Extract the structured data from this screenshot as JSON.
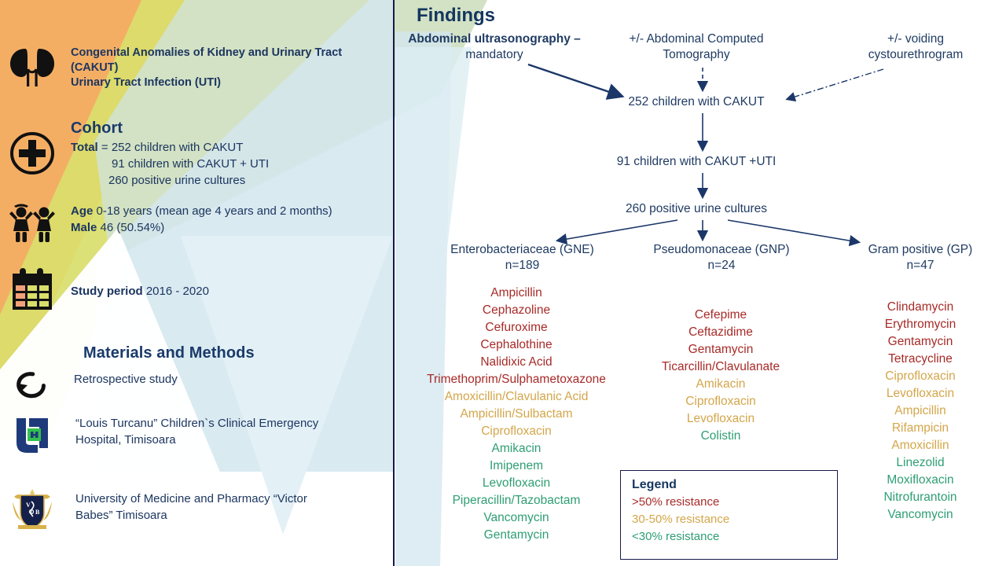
{
  "colors": {
    "navy": "#1a3a6b",
    "text_navy": "#1c3660",
    "divider": "#17184a",
    "resistance_high": "#A72B28",
    "resistance_mid": "#D3A64A",
    "resistance_low": "#2E9E74",
    "wedge_orange": "#F3AD62",
    "wedge_green": "#CFE0C0",
    "wedge_yellow": "#D8DE69",
    "wedge_blue": "#CFE5EE",
    "wedge_blue_pale": "#E4F1F6"
  },
  "left_panel": {
    "blocks": [
      {
        "icon": "kidneys-icon",
        "lines": [
          {
            "text": "Congenital Anomalies of Kidney and Urinary Tract",
            "bold": true
          },
          {
            "text": "(CAKUT)",
            "bold": true
          },
          {
            "text": "Urinary Tract Infection (UTI)",
            "bold": true
          }
        ]
      }
    ],
    "cohort": {
      "heading": "Cohort",
      "total_label": "Total",
      "total_value": " = 252 children with CAKUT",
      "line2": "91 children with CAKUT + UTI",
      "line3": "260 positive urine cultures"
    },
    "demographics": {
      "age_label": "Age",
      "age_value": " 0-18 years (mean age 4 years and 2 months)",
      "male_label": "Male",
      "male_value": " 46 (50.54%)"
    },
    "study_period": {
      "label": "Study period",
      "value": " 2016 - 2020"
    },
    "materials": {
      "heading": "Materials and Methods",
      "design": "Retrospective study",
      "hospital_line1": "“Louis Turcanu” Children`s Clinical Emergency",
      "hospital_line2": "Hospital, Timisoara",
      "university_line1": "University of Medicine and Pharmacy “Victor",
      "university_line2": "Babes” Timisoara"
    }
  },
  "right_panel": {
    "title": "Findings",
    "investigations": {
      "ultrasound_line1": "Abdominal ultrasonography –",
      "ultrasound_line2": "mandatory",
      "ct_line1": "+/- Abdominal Computed",
      "ct_line2": "Tomography",
      "vcug_line1": "+/- voiding",
      "vcug_line2": "cystourethrogram"
    },
    "flow": {
      "n1": "252 children with CAKUT",
      "n2": "91 children with CAKUT +UTI",
      "n3": "260 positive urine cultures"
    },
    "groups": [
      {
        "name": "Enterobacteriaceae (GNE)",
        "count": "n=189"
      },
      {
        "name": "Pseudomonaceae (GNP)",
        "count": "n=24"
      },
      {
        "name": "Gram positive (GP)",
        "count": "n=47"
      }
    ],
    "antibiotics": {
      "gne": [
        {
          "name": "Ampicillin",
          "level": "high"
        },
        {
          "name": "Cephazoline",
          "level": "high"
        },
        {
          "name": "Cefuroxime",
          "level": "high"
        },
        {
          "name": "Cephalothine",
          "level": "high"
        },
        {
          "name": "Nalidixic Acid",
          "level": "high"
        },
        {
          "name": "Trimethoprim/Sulphametoxazone",
          "level": "high"
        },
        {
          "name": "Amoxicillin/Clavulanic Acid",
          "level": "mid"
        },
        {
          "name": "Ampicillin/Sulbactam",
          "level": "mid"
        },
        {
          "name": "Ciprofloxacin",
          "level": "mid"
        },
        {
          "name": "Amikacin",
          "level": "low"
        },
        {
          "name": "Imipenem",
          "level": "low"
        },
        {
          "name": "Levofloxacin",
          "level": "low"
        },
        {
          "name": "Piperacillin/Tazobactam",
          "level": "low"
        },
        {
          "name": "Vancomycin",
          "level": "low"
        },
        {
          "name": "Gentamycin",
          "level": "low"
        }
      ],
      "gnp": [
        {
          "name": "Cefepime",
          "level": "high"
        },
        {
          "name": "Ceftazidime",
          "level": "high"
        },
        {
          "name": "Gentamycin",
          "level": "high"
        },
        {
          "name": "Ticarcillin/Clavulanate",
          "level": "high"
        },
        {
          "name": "Amikacin",
          "level": "mid"
        },
        {
          "name": "Ciprofloxacin",
          "level": "mid"
        },
        {
          "name": "Levofloxacin",
          "level": "mid"
        },
        {
          "name": "Colistin",
          "level": "low"
        }
      ],
      "gp": [
        {
          "name": "Clindamycin",
          "level": "high"
        },
        {
          "name": "Erythromycin",
          "level": "high"
        },
        {
          "name": "Gentamycin",
          "level": "high"
        },
        {
          "name": "Tetracycline",
          "level": "high"
        },
        {
          "name": "Ciprofloxacin",
          "level": "mid"
        },
        {
          "name": "Levofloxacin",
          "level": "mid"
        },
        {
          "name": "Ampicillin",
          "level": "mid"
        },
        {
          "name": "Rifampicin",
          "level": "mid"
        },
        {
          "name": "Amoxicillin",
          "level": "mid"
        },
        {
          "name": "Linezolid",
          "level": "low"
        },
        {
          "name": "Moxifloxacin",
          "level": "low"
        },
        {
          "name": "Nitrofurantoin",
          "level": "low"
        },
        {
          "name": "Vancomycin",
          "level": "low"
        }
      ]
    },
    "legend": {
      "title": "Legend",
      "items": [
        {
          "text": ">50% resistance",
          "level": "high"
        },
        {
          "text": "30-50% resistance",
          "level": "mid"
        },
        {
          "text": "<30% resistance",
          "level": "low"
        }
      ]
    }
  }
}
